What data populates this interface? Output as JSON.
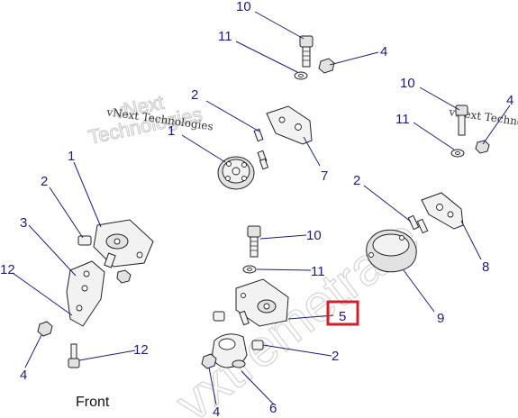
{
  "diagram": {
    "view_label": "Front",
    "watermarks": {
      "brand_line": "vNext Technologies",
      "brand_outline_top": "vNext",
      "brand_outline_bottom": "Technologies",
      "brand_line_right": "vNext Technologies",
      "big_diagonal": "vxtremetrafe"
    },
    "highlighted_callout": "5",
    "callouts": {
      "c10_top": "10",
      "c11_top": "11",
      "c4_top": "4",
      "c2_top": "2",
      "c1_top": "1",
      "c7": "7",
      "c10_right": "10",
      "c11_right": "11",
      "c4_right": "4",
      "c2_right": "2",
      "c8": "8",
      "c9": "9",
      "c1_left": "1",
      "c2_left": "2",
      "c3": "3",
      "c12_left": "12",
      "c4_left": "4",
      "c12_bottom": "12",
      "c10_center": "10",
      "c11_center": "11",
      "c5": "5",
      "c2_center": "2",
      "c4_bottom": "4",
      "c6": "6"
    }
  }
}
